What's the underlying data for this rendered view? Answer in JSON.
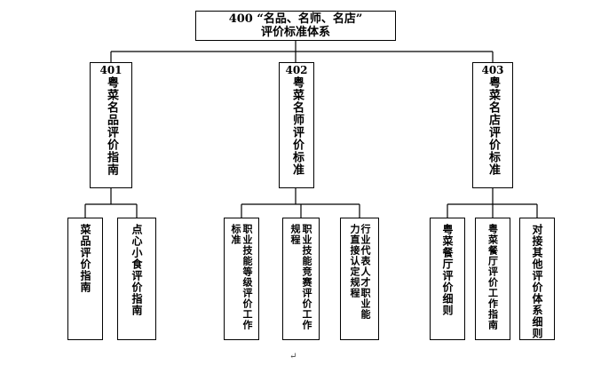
{
  "root": {
    "line1": "400 “名品、名师、名店”",
    "line2": "评价标准体系"
  },
  "branches": [
    {
      "num": "401",
      "label": "粤菜名品评价指南",
      "children": [
        {
          "label": "菜品评价指南"
        },
        {
          "label": "点心小食评价指南"
        }
      ]
    },
    {
      "num": "402",
      "label": "粤菜名师评价标准",
      "children": [
        {
          "label": "职业技能等级评价工作标准"
        },
        {
          "label": "职业技能竞赛评价工作规程"
        },
        {
          "label": "行业代表人才职业能力直接认定规程"
        }
      ]
    },
    {
      "num": "403",
      "label": "粤菜名店评价标准",
      "children": [
        {
          "label": "粤菜餐厅评价细则"
        },
        {
          "label": "粤菜餐厅评价工作指南"
        },
        {
          "label": "对接其他评价体系细则"
        }
      ]
    }
  ],
  "footer_mark": "↵"
}
